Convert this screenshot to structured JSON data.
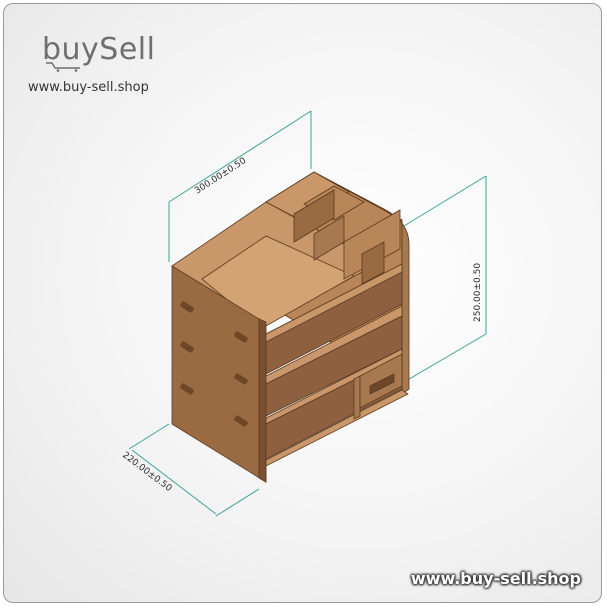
{
  "brand": {
    "name": "buySell",
    "site_top": "www.buy-sell.shop",
    "site_bottom": "www.buy-sell.shop"
  },
  "dimensions": {
    "width": "300.00±0.50",
    "height": "250.00±0.50",
    "depth": "220.00±0.50"
  },
  "colors": {
    "wood_front": "#a0704a",
    "wood_top": "#c99769",
    "wood_inner": "#b88658",
    "dim_line": "#3aa39a"
  }
}
